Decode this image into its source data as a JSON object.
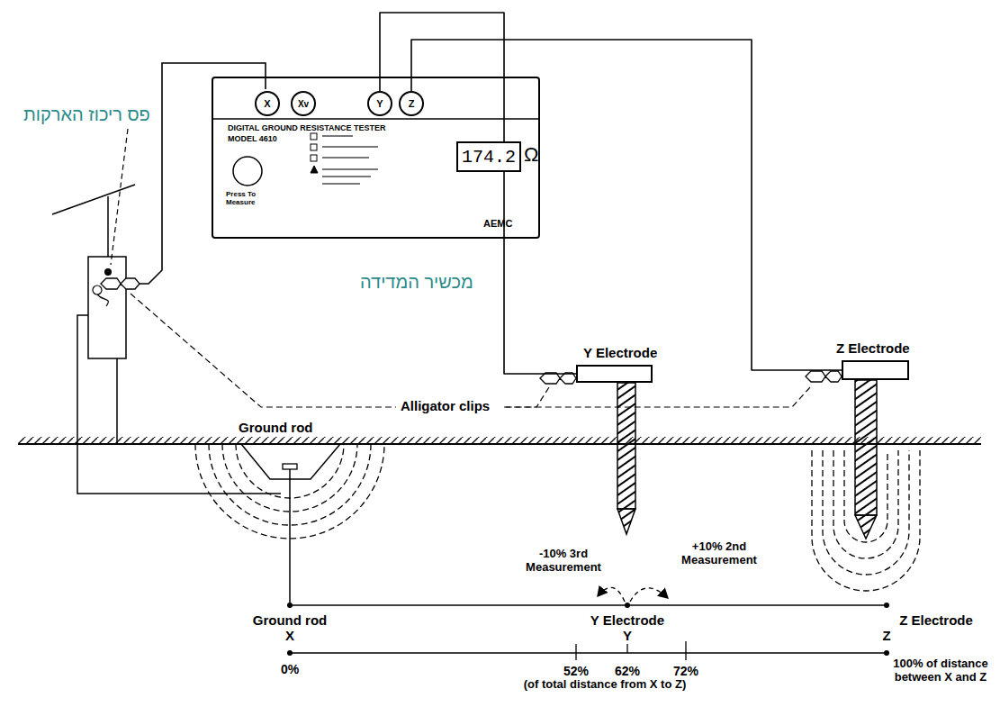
{
  "diagram": {
    "nodes": [
      {
        "text": [
          "DIGITAL GROUND RESISTANCE TESTER",
          "MODEL 4610",
          "Ω",
          "Press To Measure",
          "AEMC"
        ]
      },
      {
        "text": [
          "X"
        ],
        "in": 0
      },
      {
        "text": [
          "Xv"
        ],
        "in": 0
      },
      {
        "text": [
          "Y"
        ],
        "in": 0
      },
      {
        "text": [
          "Z"
        ],
        "in": 0
      },
      {
        "text": [
          "174.2"
        ],
        "in": 0
      },
      {
        "text": [
          "Y Electrode"
        ]
      },
      {
        "text": [
          "Z Electrode"
        ]
      }
    ],
    "edges": [
      {
        "from": 3,
        "to": 6,
        "arrow": "none"
      },
      {
        "from": 4,
        "to": 7,
        "arrow": "none"
      }
    ],
    "labels": [
      "פס ריכוז הארקות",
      "מכשיר המדידה",
      "Alligator clips",
      "Ground rod",
      "-10% 3rd Measurement",
      "+10% 2nd Measurement",
      "Ground rod",
      "X",
      "Y Electrode",
      "Y",
      "Z Electrode",
      "Z",
      "0%",
      "52%",
      "62%",
      "72%",
      "(of total distance from X to Z)",
      "100% of distance between X and Z"
    ]
  }
}
